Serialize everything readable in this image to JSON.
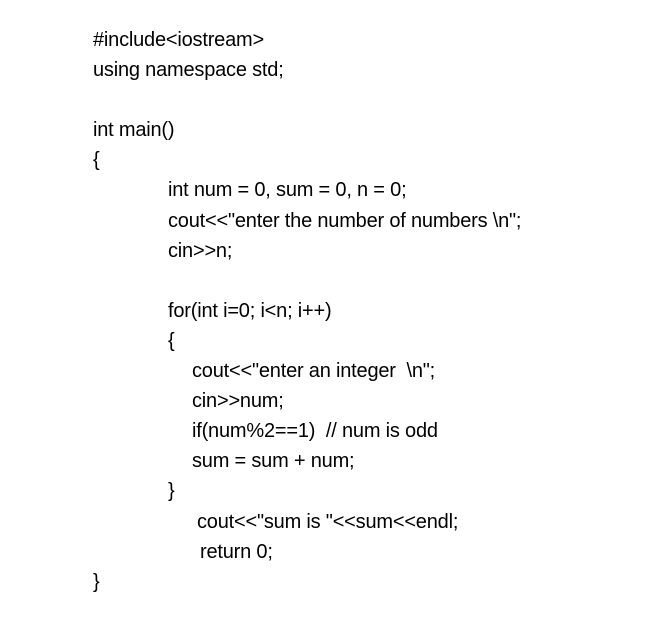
{
  "page": {
    "background": "#ffffff",
    "text_color": "#000000"
  },
  "code": {
    "lines": [
      {
        "text": "#include<iostream>",
        "indent": 0
      },
      {
        "text": "using namespace std;",
        "indent": 0
      },
      {
        "text": "",
        "indent": 0
      },
      {
        "text": "int main()",
        "indent": 0
      },
      {
        "text": "{",
        "indent": 0
      },
      {
        "text": "int num = 0, sum = 0, n = 0;",
        "indent": 1
      },
      {
        "text": "cout<<\"enter the number of numbers \\n\";",
        "indent": 1
      },
      {
        "text": "cin>>n;",
        "indent": 1
      },
      {
        "text": "",
        "indent": 0
      },
      {
        "text": "for(int i=0; i<n; i++)",
        "indent": 1
      },
      {
        "text": "{",
        "indent": 1
      },
      {
        "text": "cout<<\"enter an integer  \\n\";",
        "indent": 2
      },
      {
        "text": "cin>>num;",
        "indent": 2
      },
      {
        "text": "if(num%2==1)  // num is odd",
        "indent": 2
      },
      {
        "text": "sum = sum + num;",
        "indent": 2
      },
      {
        "text": "}",
        "indent": 1
      },
      {
        "text": "cout<<\"sum is \"<<sum<<endl;",
        "indent": 3
      },
      {
        "text": "return 0;",
        "indent": 4
      },
      {
        "text": "}",
        "indent": 0
      }
    ]
  }
}
